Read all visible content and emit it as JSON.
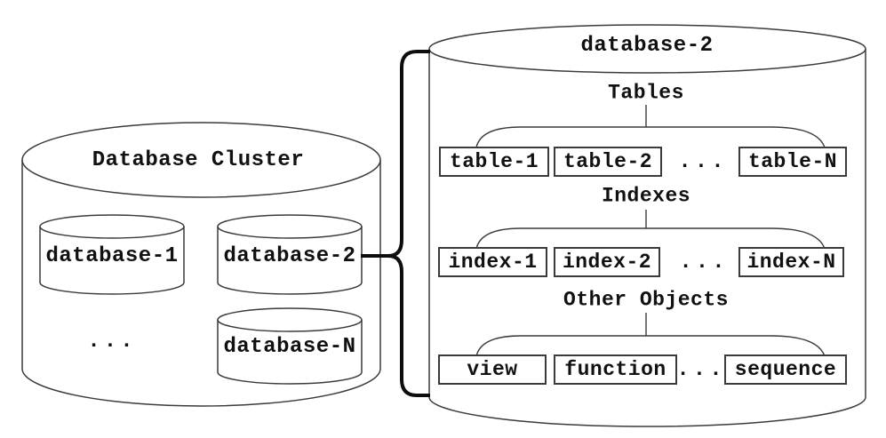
{
  "diagram": {
    "cluster": {
      "title": "Database Cluster",
      "databases": [
        "database-1",
        "database-2",
        "database-N"
      ],
      "ellipsis": "..."
    },
    "database_detail": {
      "title": "database-2",
      "sections": [
        {
          "label": "Tables",
          "items": [
            "table-1",
            "table-2",
            "table-N"
          ],
          "ellipsis": "..."
        },
        {
          "label": "Indexes",
          "items": [
            "index-1",
            "index-2",
            "index-N"
          ],
          "ellipsis": "..."
        },
        {
          "label": "Other Objects",
          "items": [
            "view",
            "function",
            "sequence"
          ],
          "ellipsis": "..."
        }
      ]
    },
    "colors": {
      "line": "#3b3b3b",
      "connector": "#0d0d0d",
      "background": "#ffffff",
      "text": "#111111"
    }
  }
}
